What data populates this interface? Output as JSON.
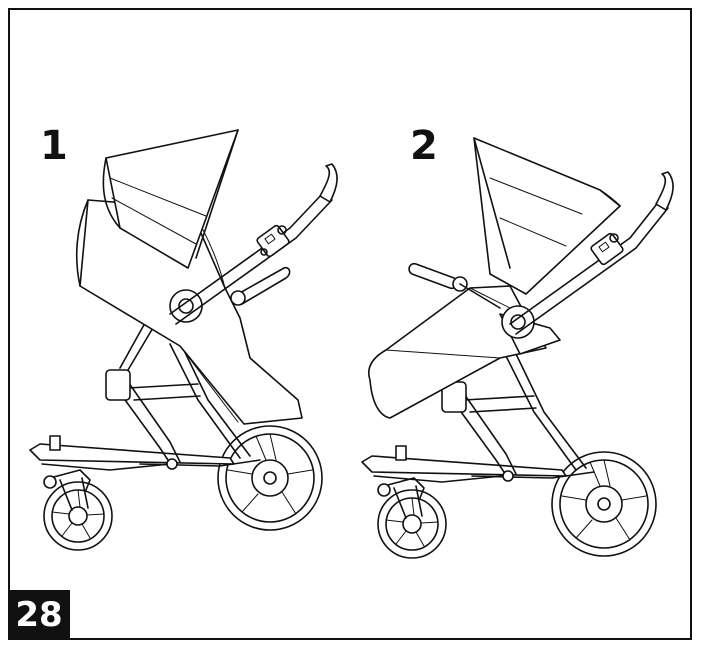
{
  "figure": {
    "number": "28",
    "steps": [
      {
        "label": "1"
      },
      {
        "label": "2"
      }
    ]
  },
  "colors": {
    "ink": "#111111",
    "background": "#ffffff"
  },
  "icons": [
    "stroller-illustration-parent-facing",
    "stroller-illustration-world-facing"
  ]
}
